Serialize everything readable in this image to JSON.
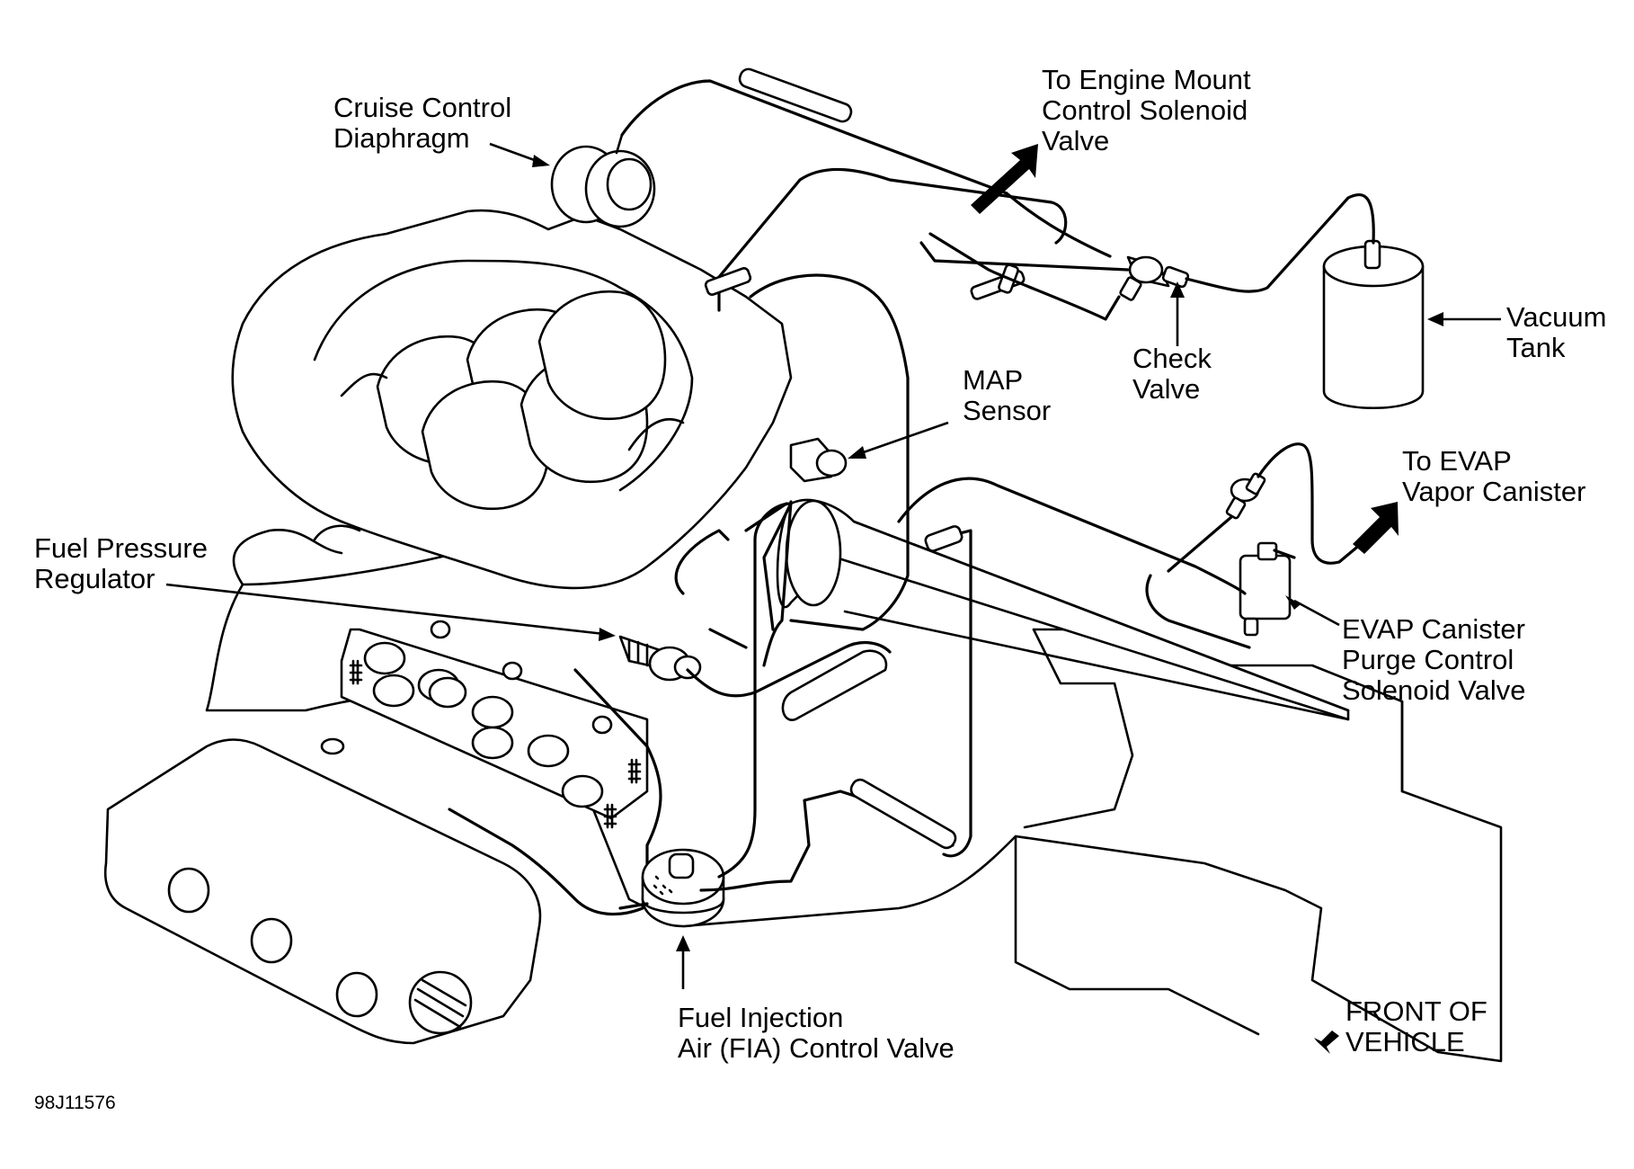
{
  "labels": {
    "cruise_control": [
      "Cruise Control",
      "Diaphragm"
    ],
    "engine_mount": [
      "To Engine Mount",
      "Control Solenoid",
      "Valve"
    ],
    "vacuum_tank": [
      "Vacuum",
      "Tank"
    ],
    "check_valve": [
      "Check",
      "Valve"
    ],
    "map_sensor": [
      "MAP",
      "Sensor"
    ],
    "to_evap": [
      "To EVAP",
      "Vapor Canister"
    ],
    "fuel_pressure_regulator": [
      "Fuel Pressure",
      "Regulator"
    ],
    "evap_purge": [
      "EVAP Canister",
      "Purge Control",
      "Solenoid Valve"
    ],
    "fia_valve": [
      "Fuel Injection",
      "Air (FIA) Control Valve"
    ],
    "front_of_vehicle": [
      "FRONT OF",
      "VEHICLE"
    ]
  },
  "figure_code": "98J11576"
}
